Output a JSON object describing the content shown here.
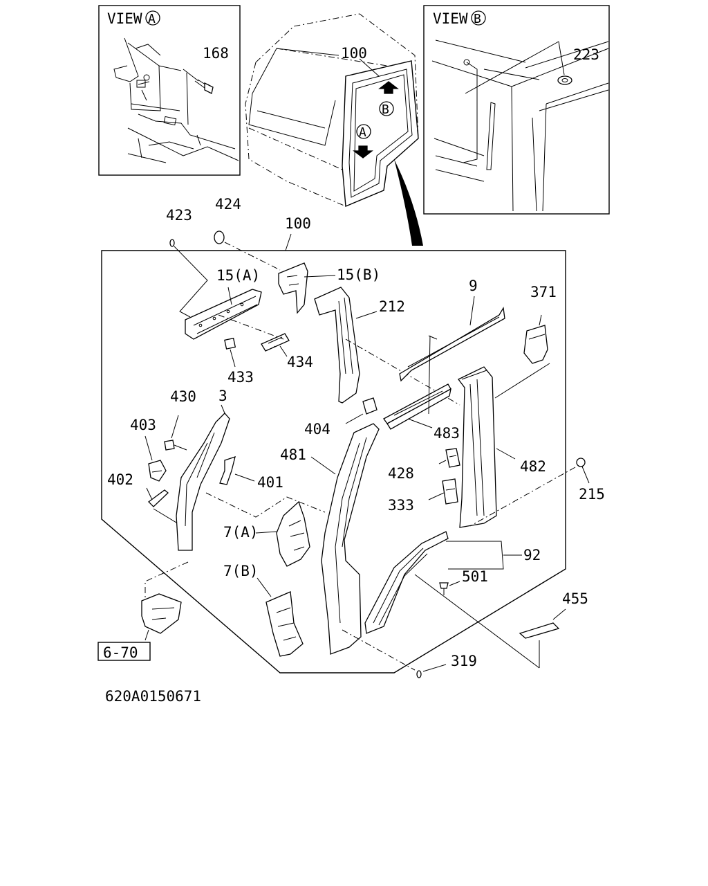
{
  "inset_a": {
    "title": "VIEW",
    "marker": "A",
    "part": "168"
  },
  "inset_b": {
    "title": "VIEW",
    "marker": "B",
    "part": "223"
  },
  "cab": {
    "label": "100",
    "marker_a": "A",
    "marker_b": "B"
  },
  "frame_label": "100",
  "labels": {
    "p423": "423",
    "p424": "424",
    "p15a": "15(A)",
    "p15b": "15(B)",
    "p212": "212",
    "p9": "9",
    "p371": "371",
    "p433": "433",
    "p434": "434",
    "p430": "430",
    "p3": "3",
    "p403": "403",
    "p404": "404",
    "p483": "483",
    "p401": "401",
    "p402": "402",
    "p481": "481",
    "p428": "428",
    "p482": "482",
    "p333": "333",
    "p215": "215",
    "p7a": "7(A)",
    "p92": "92",
    "p501": "501",
    "p7b": "7(B)",
    "p455": "455",
    "p319": "319"
  },
  "ref_box": "6-70",
  "drawing_code": "620A0150671"
}
